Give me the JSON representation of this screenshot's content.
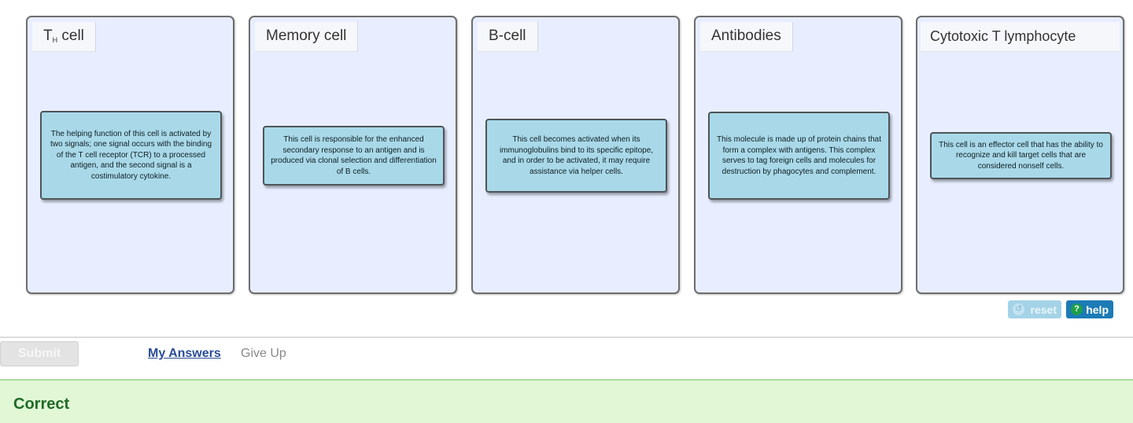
{
  "bins": [
    {
      "label": "T",
      "label_sub": "H",
      "label_suffix": " cell",
      "card": "The helping function of this cell is activated by two signals; one signal occurs with the binding of the T cell receptor (TCR) to a processed antigen, and the second signal is a costimulatory cytokine."
    },
    {
      "label": "Memory cell",
      "card": "This cell is responsible for the enhanced secondary response to an antigen and is produced via clonal selection and differentiation of B cells."
    },
    {
      "label": "B-cell",
      "card": "This cell becomes activated when its immunoglobulins bind to its specific epitope, and in order to be activated, it may require assistance via helper cells."
    },
    {
      "label": "Antibodies",
      "card": "This molecule is made up of protein chains that form a complex with antigens. This complex serves to tag foreign cells and molecules for destruction by phagocytes and complement."
    },
    {
      "label": "Cytotoxic T lymphocyte",
      "card": "This cell is an effector cell that has the ability to recognize and kill target cells that are considered nonself cells."
    }
  ],
  "controls": {
    "reset_label": "reset",
    "help_label": "help",
    "reset_icon": "↺",
    "help_icon": "?"
  },
  "actions": {
    "submit_label": "Submit",
    "my_answers_label": "My Answers",
    "give_up_label": "Give Up"
  },
  "feedback": {
    "status": "Correct"
  }
}
